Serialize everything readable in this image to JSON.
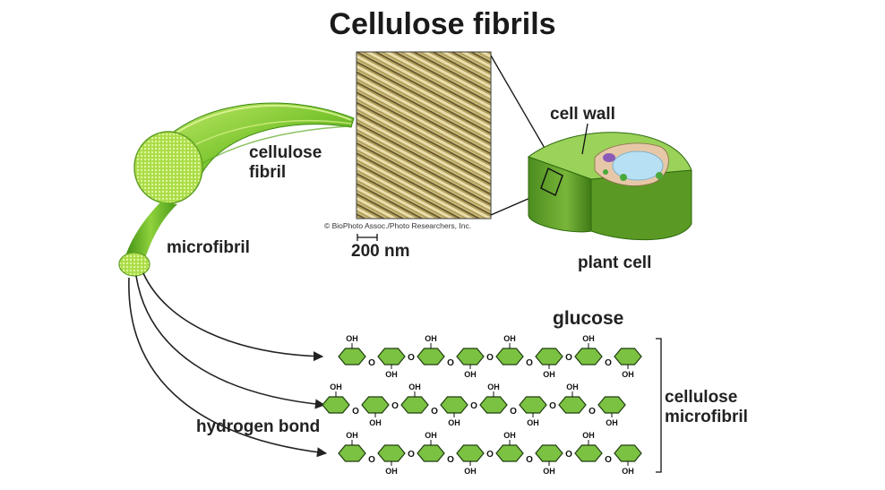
{
  "title": "Cellulose fibrils",
  "labels": {
    "cellulose_fibril_line1": "cellulose",
    "cellulose_fibril_line2": "fibril",
    "microfibril": "microfibril",
    "cell_wall": "cell wall",
    "plant_cell": "plant cell",
    "glucose": "glucose",
    "hydrogen_bond": "hydrogen bond",
    "cellulose_microfibril_line1": "cellulose",
    "cellulose_microfibril_line2": "microfibril",
    "photo_credit": "© BioPhoto Assoc./Photo Researchers, Inc.",
    "scale_bar": "200 nm"
  },
  "chem": {
    "hydroxyl": "OH",
    "oxygen": "O",
    "chain_count": 3,
    "rings_per_chain": 8
  },
  "colors": {
    "ring_fill": "#7cc242",
    "ring_stroke": "#1f3d10",
    "fibril_light": "#b6e05a",
    "fibril_dark": "#4a9a18",
    "wall_green": "#5e9e2a",
    "micrograph_base": "#a8944e"
  }
}
